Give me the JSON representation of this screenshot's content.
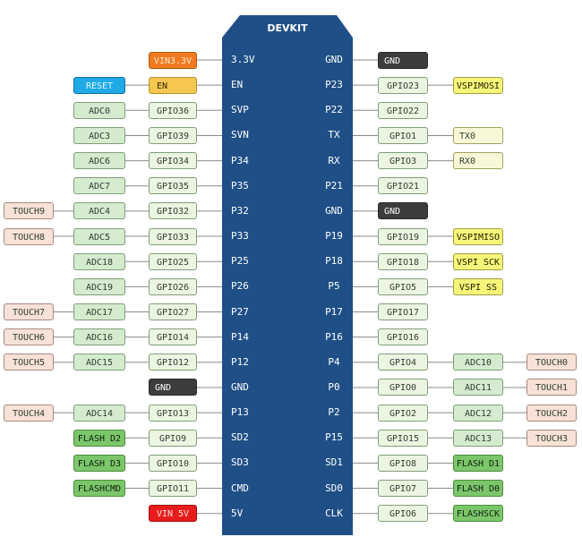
{
  "board": {
    "title": "DEVKIT",
    "body_color": "#1f4f86",
    "left_pins": [
      "3.3V",
      "EN",
      "SVP",
      "SVN",
      "P34",
      "P35",
      "P32",
      "P33",
      "P25",
      "P26",
      "P27",
      "P14",
      "P12",
      "GND",
      "P13",
      "SD2",
      "SD3",
      "CMD",
      "5V"
    ],
    "right_pins": [
      "GND",
      "P23",
      "P22",
      "TX",
      "RX",
      "P21",
      "GND",
      "P19",
      "P18",
      "P5",
      "P17",
      "P16",
      "P4",
      "P0",
      "P2",
      "P15",
      "SD1",
      "SD0",
      "CLK"
    ]
  },
  "left_rows": [
    [
      {
        "text": "VIN3.3V",
        "kind": "vin33"
      }
    ],
    [
      {
        "text": "EN",
        "kind": "en"
      },
      {
        "text": "RESET",
        "kind": "reset"
      }
    ],
    [
      {
        "text": "GPIO36",
        "kind": "gpio"
      },
      {
        "text": "ADC0",
        "kind": "adc"
      }
    ],
    [
      {
        "text": "GPIO39",
        "kind": "gpio"
      },
      {
        "text": "ADC3",
        "kind": "adc"
      }
    ],
    [
      {
        "text": "GPIO34",
        "kind": "gpio"
      },
      {
        "text": "ADC6",
        "kind": "adc"
      }
    ],
    [
      {
        "text": "GPIO35",
        "kind": "gpio"
      },
      {
        "text": "ADC7",
        "kind": "adc"
      }
    ],
    [
      {
        "text": "GPIO32",
        "kind": "gpio"
      },
      {
        "text": "ADC4",
        "kind": "adc"
      },
      {
        "text": "TOUCH9",
        "kind": "touch"
      }
    ],
    [
      {
        "text": "GPIO33",
        "kind": "gpio"
      },
      {
        "text": "ADC5",
        "kind": "adc"
      },
      {
        "text": "TOUCH8",
        "kind": "touch"
      }
    ],
    [
      {
        "text": "GPIO25",
        "kind": "gpio"
      },
      {
        "text": "ADC18",
        "kind": "adc"
      }
    ],
    [
      {
        "text": "GPIO26",
        "kind": "gpio"
      },
      {
        "text": "ADC19",
        "kind": "adc"
      }
    ],
    [
      {
        "text": "GPIO27",
        "kind": "gpio"
      },
      {
        "text": "ADC17",
        "kind": "adc"
      },
      {
        "text": "TOUCH7",
        "kind": "touch"
      }
    ],
    [
      {
        "text": "GPIO14",
        "kind": "gpio"
      },
      {
        "text": "ADC16",
        "kind": "adc"
      },
      {
        "text": "TOUCH6",
        "kind": "touch"
      }
    ],
    [
      {
        "text": "GPIO12",
        "kind": "gpio"
      },
      {
        "text": "ADC15",
        "kind": "adc"
      },
      {
        "text": "TOUCH5",
        "kind": "touch"
      }
    ],
    [
      {
        "text": "GND",
        "kind": "gnd"
      }
    ],
    [
      {
        "text": "GPIO13",
        "kind": "gpio"
      },
      {
        "text": "ADC14",
        "kind": "adc"
      },
      {
        "text": "TOUCH4",
        "kind": "touch"
      }
    ],
    [
      {
        "text": "GPIO9",
        "kind": "gpio"
      },
      {
        "text": "FLASH D2",
        "kind": "flash"
      }
    ],
    [
      {
        "text": "GPIO10",
        "kind": "gpio"
      },
      {
        "text": "FLASH D3",
        "kind": "flash"
      }
    ],
    [
      {
        "text": "GPIO11",
        "kind": "gpio"
      },
      {
        "text": "FLASHCMD",
        "kind": "flash"
      }
    ],
    [
      {
        "text": "VIN 5V",
        "kind": "vin5"
      }
    ]
  ],
  "right_rows": [
    [
      {
        "text": "GND",
        "kind": "gnd"
      }
    ],
    [
      {
        "text": "GPIO23",
        "kind": "gpio"
      },
      {
        "text": "VSPIMOSI",
        "kind": "yellow"
      }
    ],
    [
      {
        "text": "GPIO22",
        "kind": "gpio"
      }
    ],
    [
      {
        "text": "GPIO1",
        "kind": "gpio"
      },
      {
        "text": "TX0",
        "kind": "rx"
      }
    ],
    [
      {
        "text": "GPIO3",
        "kind": "gpio"
      },
      {
        "text": "RX0",
        "kind": "rx"
      }
    ],
    [
      {
        "text": "GPIO21",
        "kind": "gpio"
      }
    ],
    [
      {
        "text": "GND",
        "kind": "gnd"
      }
    ],
    [
      {
        "text": "GPIO19",
        "kind": "gpio"
      },
      {
        "text": "VSPIMISO",
        "kind": "yellow"
      }
    ],
    [
      {
        "text": "GPIO18",
        "kind": "gpio"
      },
      {
        "text": "VSPI SCK",
        "kind": "yellow"
      }
    ],
    [
      {
        "text": "GPIO5",
        "kind": "gpio"
      },
      {
        "text": "VSPI SS",
        "kind": "yellow"
      }
    ],
    [
      {
        "text": "GPIO17",
        "kind": "gpio"
      }
    ],
    [
      {
        "text": "GPIO16",
        "kind": "gpio"
      }
    ],
    [
      {
        "text": "GPIO4",
        "kind": "gpio"
      },
      {
        "text": "ADC10",
        "kind": "adc"
      },
      {
        "text": "TOUCH0",
        "kind": "touch"
      }
    ],
    [
      {
        "text": "GPIO0",
        "kind": "gpio"
      },
      {
        "text": "ADC11",
        "kind": "adc"
      },
      {
        "text": "TOUCH1",
        "kind": "touch"
      }
    ],
    [
      {
        "text": "GPIO2",
        "kind": "gpio"
      },
      {
        "text": "ADC12",
        "kind": "adc"
      },
      {
        "text": "TOUCH2",
        "kind": "touch"
      }
    ],
    [
      {
        "text": "GPIO15",
        "kind": "gpio"
      },
      {
        "text": "ADC13",
        "kind": "adc"
      },
      {
        "text": "TOUCH3",
        "kind": "touch"
      }
    ],
    [
      {
        "text": "GPIO8",
        "kind": "gpio"
      },
      {
        "text": "FLASH D1",
        "kind": "flash"
      }
    ],
    [
      {
        "text": "GPIO7",
        "kind": "gpio"
      },
      {
        "text": "FLASH D0",
        "kind": "flash"
      }
    ],
    [
      {
        "text": "GPIO6",
        "kind": "gpio"
      },
      {
        "text": "FLASHSCK",
        "kind": "flash"
      }
    ]
  ]
}
